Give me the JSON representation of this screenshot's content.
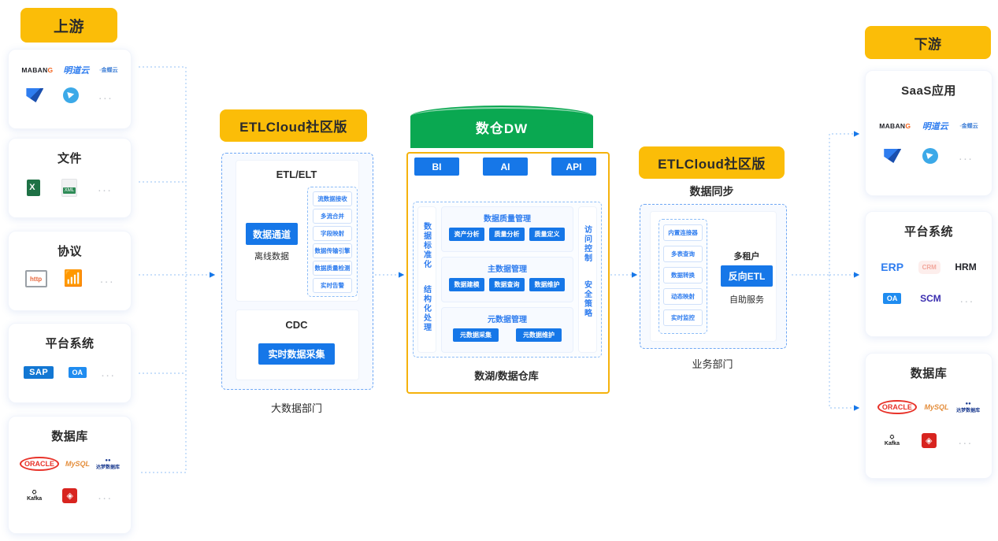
{
  "upstream": {
    "badge": "上游",
    "cards": [
      {
        "title": "",
        "logos": [
          "MABANG",
          "明道云",
          "金蝶云",
          "钉钉",
          "蓝信"
        ],
        "dots": "..."
      },
      {
        "title": "文件",
        "logos": [
          "Excel",
          "XML"
        ],
        "dots": "..."
      },
      {
        "title": "协议",
        "logos": [
          "http",
          "RSS"
        ],
        "dots": "..."
      },
      {
        "title": "平台系统",
        "logos": [
          "SAP",
          "OA"
        ],
        "dots": "..."
      },
      {
        "title": "数据库",
        "logos": [
          "ORACLE",
          "MySQL",
          "达梦数据库",
          "Kafka",
          "Redis"
        ],
        "dots": "..."
      }
    ]
  },
  "etl_left": {
    "badge": "ETLCloud社区版",
    "caption": "大数据部门",
    "etl_title": "ETL/ELT",
    "channel_button": "数据通道",
    "channel_caption": "离线数据",
    "features": [
      "流数据接收",
      "多流合并",
      "字段映射",
      "数据传输引擎",
      "数据质量检测",
      "实时告警"
    ],
    "cdc_title": "CDC",
    "cdc_button": "实时数据采集"
  },
  "warehouse": {
    "cylinder_label": "数仓DW",
    "outputs": [
      "BI",
      "AI",
      "API"
    ],
    "left_column": [
      "数据标准化",
      "结构化处理"
    ],
    "right_column": [
      "访问控制",
      "安全策略"
    ],
    "panels": [
      {
        "title": "数据质量管理",
        "items": [
          "资产分析",
          "质量分析",
          "质量定义"
        ]
      },
      {
        "title": "主数据管理",
        "items": [
          "数据建模",
          "数据查询",
          "数据维护"
        ]
      },
      {
        "title": "元数据管理",
        "items": [
          "元数据采集",
          "元数据维护"
        ]
      }
    ],
    "caption": "数湖/数据仓库"
  },
  "etl_right": {
    "badge": "ETLCloud社区版",
    "subtitle": "数据同步",
    "caption": "业务部门",
    "features": [
      "内置连接器",
      "多表查询",
      "数据转换",
      "动态映射",
      "实时监控"
    ],
    "top_label": "多租户",
    "main_button": "反向ETL",
    "bottom_label": "自助服务"
  },
  "downstream": {
    "badge": "下游",
    "cards": [
      {
        "title": "SaaS应用",
        "logos": [
          "MABANG",
          "明道云",
          "金蝶云",
          "钉钉",
          "蓝信"
        ],
        "dots": "..."
      },
      {
        "title": "平台系统",
        "logos": [
          "ERP",
          "CRM",
          "HRM",
          "OA",
          "SCM"
        ],
        "dots": "..."
      },
      {
        "title": "数据库",
        "logos": [
          "ORACLE",
          "MySQL",
          "达梦数据库",
          "Kafka",
          "Redis"
        ],
        "dots": "..."
      }
    ]
  },
  "colors": {
    "amber": "#fbbd08",
    "blue": "#1677e8",
    "green": "#0aa851",
    "frame_yellow": "#f5b20c",
    "dash_blue": "#6fa8f5"
  }
}
